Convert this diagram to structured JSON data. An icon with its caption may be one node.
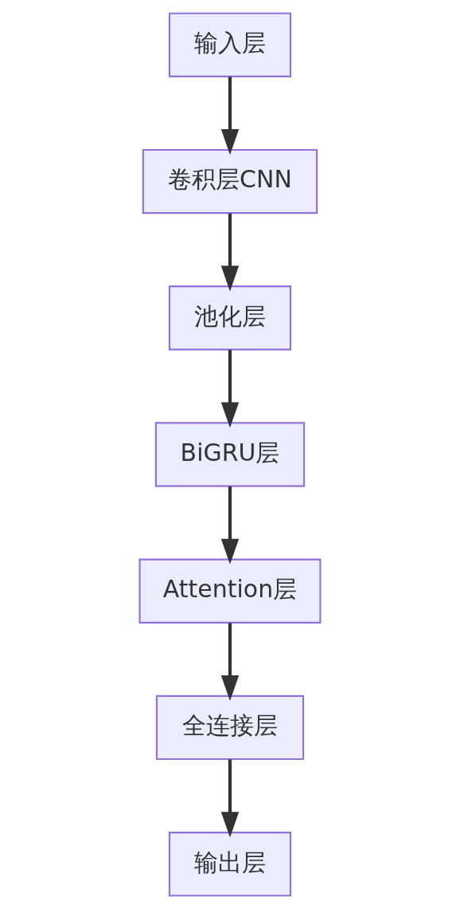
{
  "diagram": {
    "nodes": [
      {
        "text": [
          "输入层"
        ]
      },
      {
        "text": [
          "卷积层CNN"
        ]
      },
      {
        "text": [
          "池化层"
        ]
      },
      {
        "text": [
          "BiGRU层"
        ]
      },
      {
        "text": [
          "Attention层"
        ]
      },
      {
        "text": [
          "全连接层"
        ]
      },
      {
        "text": [
          "输出层"
        ]
      }
    ],
    "edges": [
      {
        "from": 0,
        "to": 1,
        "arrow": "to"
      },
      {
        "from": 1,
        "to": 2,
        "arrow": "to"
      },
      {
        "from": 2,
        "to": 3,
        "arrow": "to"
      },
      {
        "from": 3,
        "to": 4,
        "arrow": "to"
      },
      {
        "from": 4,
        "to": 5,
        "arrow": "to"
      },
      {
        "from": 5,
        "to": 6,
        "arrow": "to"
      }
    ]
  }
}
